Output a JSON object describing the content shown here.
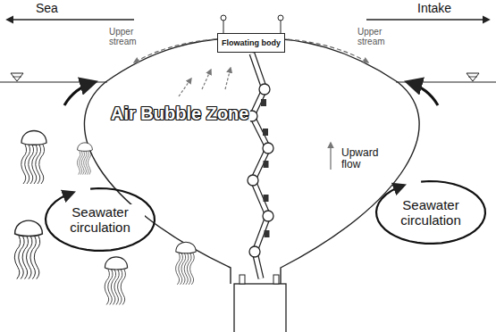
{
  "diagram": {
    "nodes": [
      {
        "text": [
          "Flowating body"
        ]
      },
      {
        "text": [
          "Seawater circulation"
        ]
      },
      {
        "text": [
          "Seawater circulation"
        ]
      }
    ],
    "labels": [
      "Sea",
      "Intake",
      "Upper stream",
      "Upper stream",
      "Air Bubble Zone",
      "Upward flow"
    ]
  }
}
